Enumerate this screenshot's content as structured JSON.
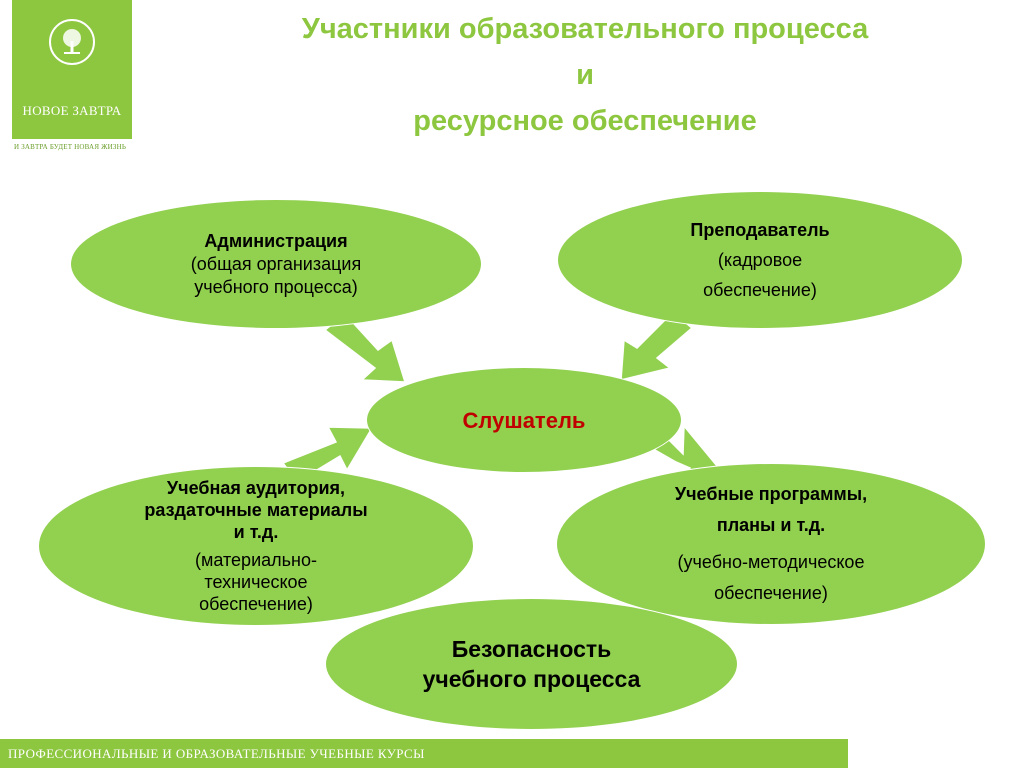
{
  "logo": {
    "name": "НОВОЕ ЗАВТРА",
    "tagline": "И ЗАВТРА БУДЕТ НОВАЯ ЖИЗНЬ"
  },
  "title": {
    "line1": "Участники образовательного процесса",
    "line2": "и",
    "line3": "ресурсное обеспечение"
  },
  "nodes": {
    "admin": {
      "heading": "Администрация",
      "detail1": "(общая организация",
      "detail2": "учебного процесса)"
    },
    "teacher": {
      "heading": "Преподаватель",
      "detail1": "(кадровое",
      "detail2": "обеспечение)"
    },
    "listener": {
      "heading": "Слушатель",
      "color": "#c00000"
    },
    "classroom": {
      "heading1": "Учебная аудитория,",
      "heading2": "раздаточные материалы",
      "heading3": "и т.д.",
      "detail1": "(материально-",
      "detail2": "техническое",
      "detail3": "обеспечение)"
    },
    "programs": {
      "heading1": "Учебные программы,",
      "heading2": "планы и т.д.",
      "detail1": "(учебно-методическое",
      "detail2": "обеспечение)"
    },
    "safety": {
      "heading1": "Безопасность",
      "heading2": "учебного процесса"
    }
  },
  "colors": {
    "fill": "#92d050",
    "arrow": "#92d050",
    "brand": "#8dc63f",
    "accent_text": "#c00000"
  },
  "footer": {
    "text": "ПРОФЕССИОНАЛЬНЫЕ И ОБРАЗОВАТЕЛЬНЫЕ УЧЕБНЫЕ КУРСЫ"
  }
}
